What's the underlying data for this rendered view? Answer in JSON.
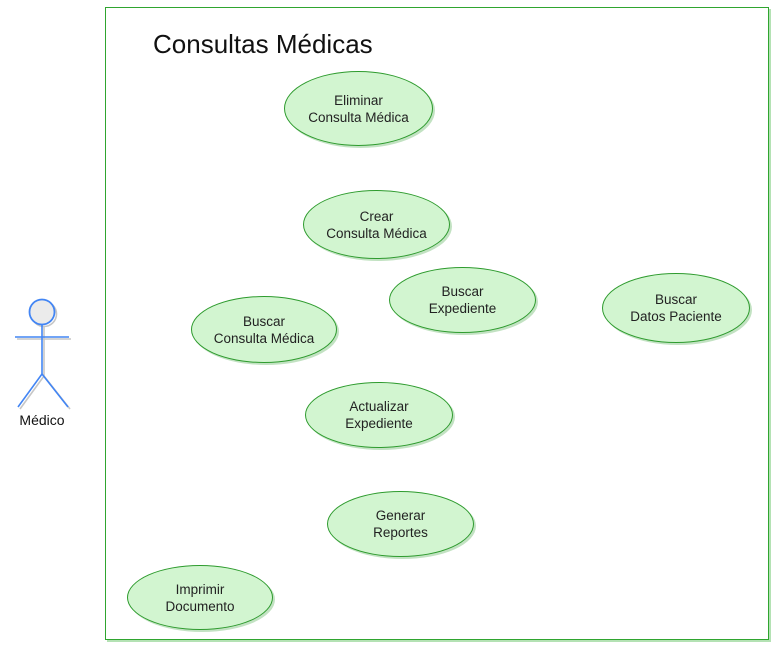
{
  "diagram": {
    "title": "Consultas Médicas",
    "actor": {
      "label": "Médico"
    },
    "use_cases": [
      {
        "line1": "Eliminar",
        "line2": "Consulta Médica"
      },
      {
        "line1": "Crear",
        "line2": "Consulta Médica"
      },
      {
        "line1": "Buscar",
        "line2": "Expediente"
      },
      {
        "line1": "Buscar",
        "line2": "Datos Paciente"
      },
      {
        "line1": "Buscar",
        "line2": "Consulta Médica"
      },
      {
        "line1": "Actualizar",
        "line2": "Expediente"
      },
      {
        "line1": "Generar",
        "line2": "Reportes"
      },
      {
        "line1": "Imprimir",
        "line2": "Documento"
      }
    ],
    "colors": {
      "boundary_border": "#2fa52f",
      "ellipse_fill": "#d2f5d0",
      "ellipse_border": "#2e9b2e",
      "actor_stroke": "#4285f4",
      "actor_head_fill": "#ebebeb",
      "text": "#111111"
    }
  }
}
